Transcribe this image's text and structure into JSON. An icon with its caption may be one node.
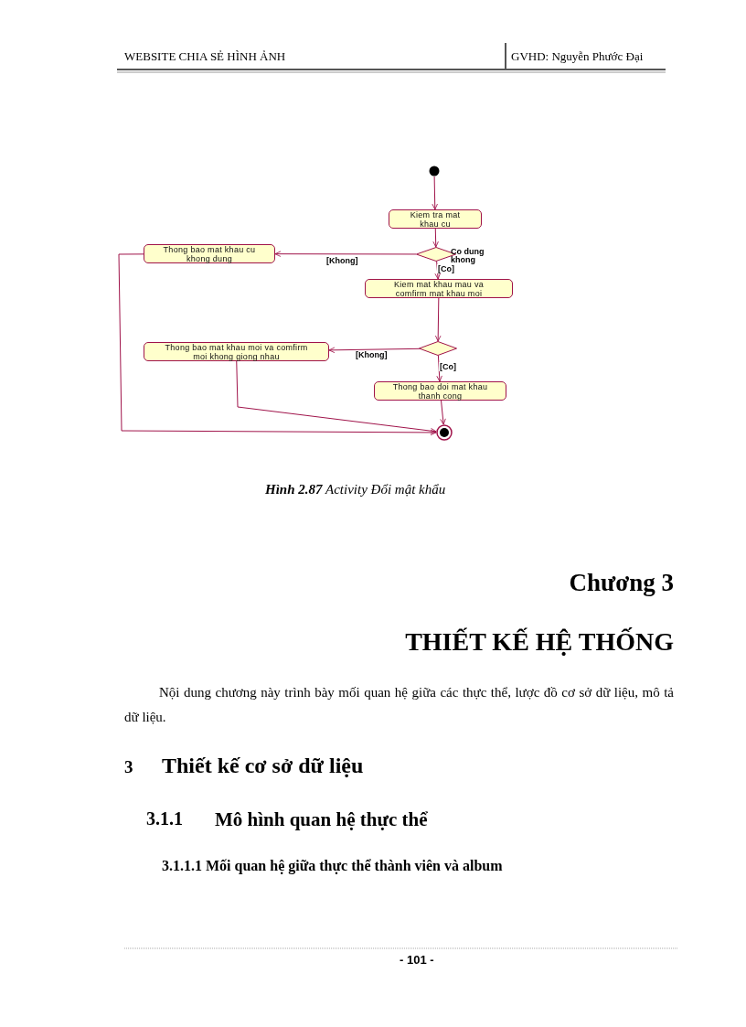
{
  "diagram": {
    "caption": "**Hình  2.87** Activity Đổi mật khẩu",
    "nodes": [
      {
        "text": [],
        "shape": "circle"
      },
      {
        "text": [
          "Kiem tra mat khau cu"
        ]
      },
      {
        "text": [],
        "shape": "diamond",
        "beside": [
          "Co dung khong"
        ]
      },
      {
        "text": [
          "Thong bao mat khau cu khong dung"
        ]
      },
      {
        "text": [
          "Kiem mat khau mau va comfirm mat khau moi"
        ]
      },
      {
        "text": [],
        "shape": "diamond"
      },
      {
        "text": [
          "Thong bao mat khau moi va comfirm moi khong giong nhau"
        ]
      },
      {
        "text": [
          "Thong bao doi mat khau thanh cong"
        ]
      },
      {
        "text": [],
        "shape": "circle"
      }
    ],
    "edges": [
      {
        "from": 0,
        "to": 1,
        "arrow": "to"
      },
      {
        "from": 1,
        "to": 2,
        "arrow": "to"
      },
      {
        "from": 2,
        "to": 3,
        "arrow": "to",
        "label": "[Khong]"
      },
      {
        "from": 2,
        "to": 4,
        "arrow": "to",
        "label": "[Co]"
      },
      {
        "from": 4,
        "to": 5,
        "arrow": "to"
      },
      {
        "from": 5,
        "to": 6,
        "arrow": "to",
        "label": "[Khong]"
      },
      {
        "from": 5,
        "to": 7,
        "arrow": "to",
        "label": "[Co]"
      },
      {
        "from": 3,
        "to": 8,
        "arrow": "to"
      },
      {
        "from": 6,
        "to": 8,
        "arrow": "to"
      },
      {
        "from": 7,
        "to": 8,
        "arrow": "to"
      }
    ],
    "labels": [
      "WEBSITE CHIA SẺ HÌNH ẢNH",
      "GVHD: Nguyễn Phước Đại",
      "Chương 3",
      "THIẾT KẾ HỆ THỐNG",
      "Nội dung chương này trình bày mối quan hệ giữa các thực thể, lược đồ cơ sở dữ liệu, mô tả dữ liệu.",
      "3",
      "Thiết kế cơ sở dữ liệu",
      "3.1.1",
      "Mô hình quan hệ thực thể",
      "3.1.1.1 Mối quan hệ giữa thực thể thành viên và album",
      "- 101 -"
    ]
  }
}
